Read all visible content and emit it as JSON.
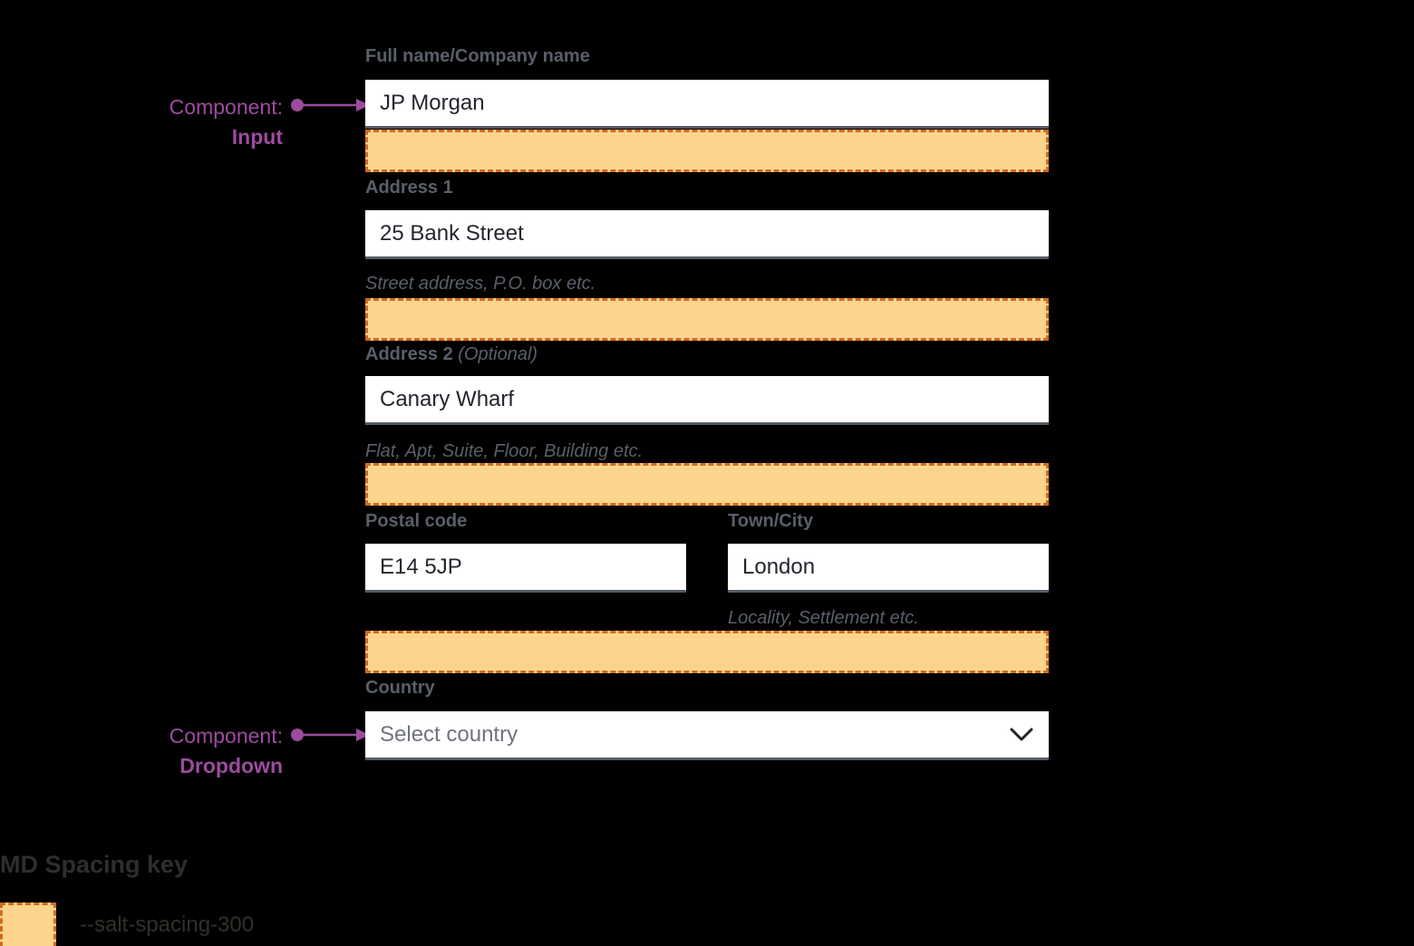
{
  "colors": {
    "background": "#000000",
    "accent_purple": "#9d4b9f",
    "spacing_fill": "#fcd58d",
    "spacing_border": "#d2691e",
    "label_gray": "#5a5f6a",
    "input_text": "#24262d",
    "input_border": "#565b67"
  },
  "annotations": {
    "input": {
      "prefix": "Component:",
      "component": "Input"
    },
    "dropdown": {
      "prefix": "Component:",
      "component": "Dropdown"
    }
  },
  "form": {
    "full_name": {
      "label": "Full name/Company name",
      "value": "JP Morgan"
    },
    "address1": {
      "label": "Address 1",
      "value": "25 Bank Street",
      "helper": "Street address, P.O. box etc."
    },
    "address2": {
      "label": "Address 2",
      "label_suffix": "(Optional)",
      "value": "Canary Wharf",
      "helper": "Flat, Apt, Suite, Floor, Building etc."
    },
    "postal_code": {
      "label": "Postal code",
      "value": "E14 5JP"
    },
    "town_city": {
      "label": "Town/City",
      "value": "London",
      "helper": "Locality, Settlement etc."
    },
    "country": {
      "label": "Country",
      "placeholder": "Select country"
    }
  },
  "legend": {
    "title": "MD Spacing key",
    "items": [
      {
        "token": "--salt-spacing-300"
      }
    ]
  }
}
